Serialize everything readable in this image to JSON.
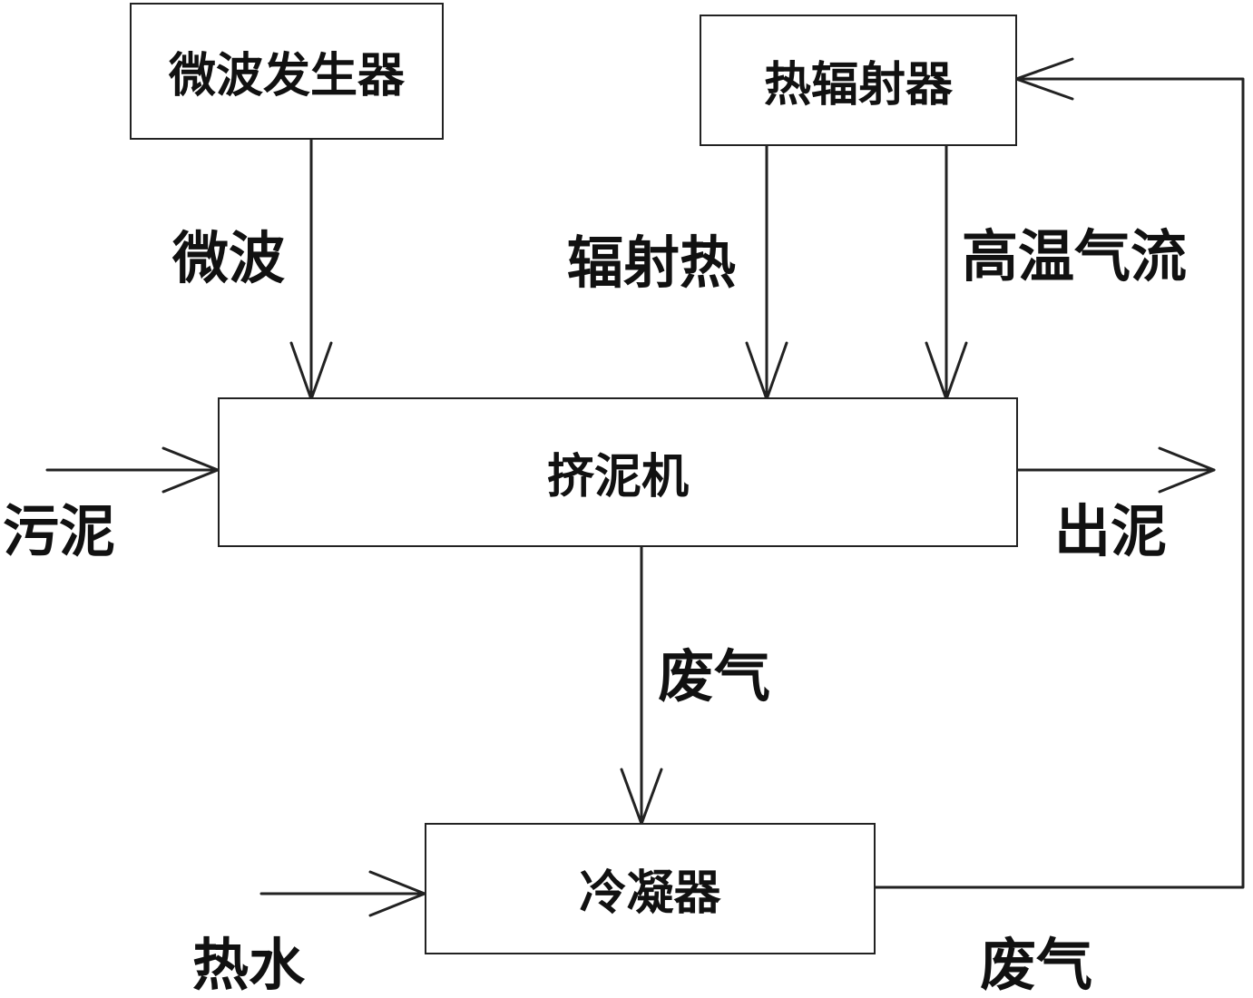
{
  "nodes": {
    "microwave_generator": "微波发生器",
    "heat_radiator": "热辐射器",
    "sludge_extruder": "挤泥机",
    "condenser": "冷凝器"
  },
  "edges": {
    "microwave": "微波",
    "radiant_heat": "辐射热",
    "hot_airflow": "高温气流",
    "sludge_in": "污泥",
    "sludge_out": "出泥",
    "exhaust_down": "废气",
    "hot_water": "热水",
    "exhaust_return": "废气"
  }
}
